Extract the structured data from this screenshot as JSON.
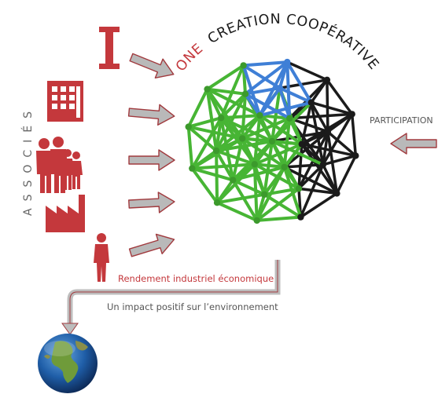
{
  "title": {
    "one": "ONE",
    "rest": "CREATION COOPÉRATIVE"
  },
  "side_label": "ASSOCIÉS",
  "participation": "PARTICIPATION",
  "rendement": "Rendement industriel économique",
  "impact": "Un impact positif sur l’environnement",
  "colors": {
    "red": "#c4383c",
    "arrow_fill": "#b9b9b9",
    "arrow_stroke": "#a13a3e",
    "green": "#47b534",
    "black": "#1b1b1b",
    "blue": "#3f7fd6"
  },
  "icons": [
    "capital-i-icon",
    "building-icon",
    "family-icon",
    "factory-icon",
    "businessman-icon",
    "earth-icon"
  ]
}
